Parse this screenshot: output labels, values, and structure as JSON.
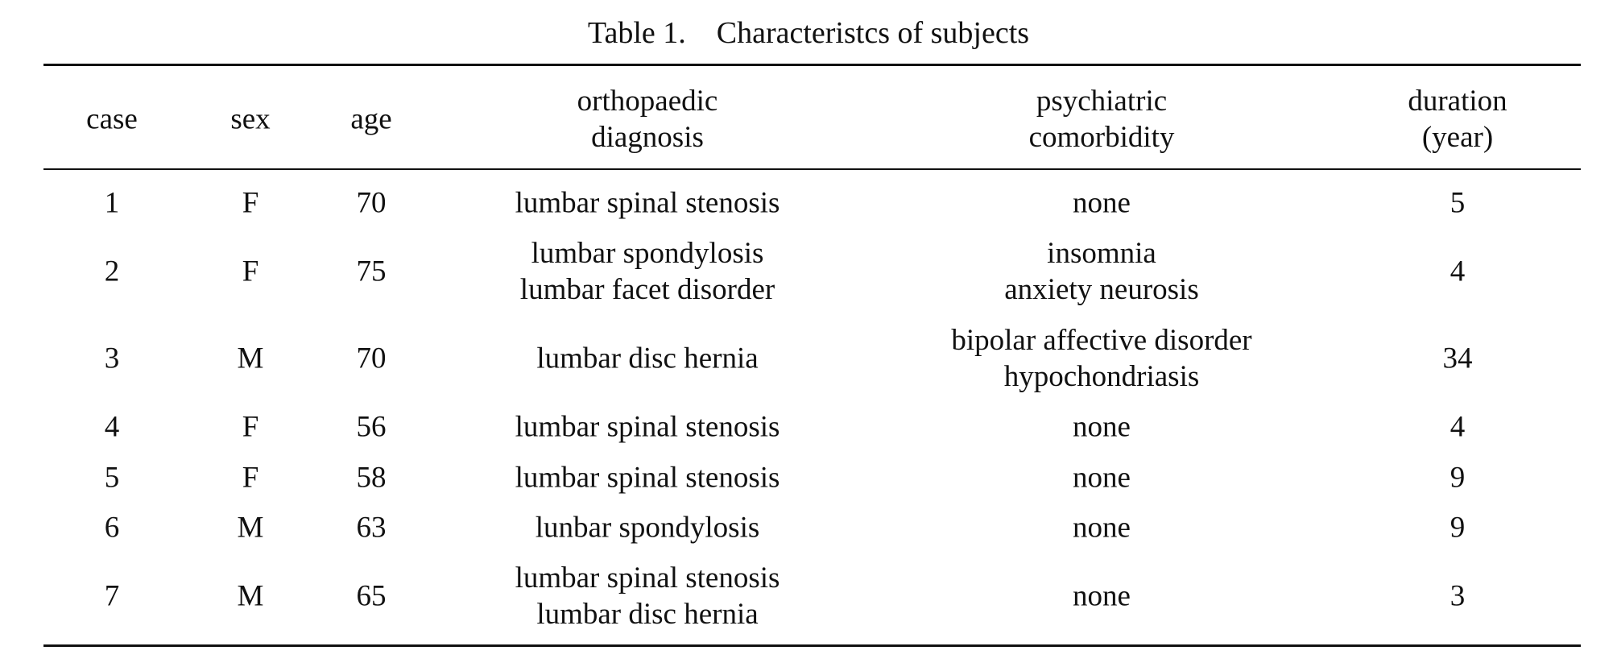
{
  "title": "Table 1.　Characteristcs of subjects",
  "columns": [
    {
      "lines": [
        "case"
      ]
    },
    {
      "lines": [
        "sex"
      ]
    },
    {
      "lines": [
        "age"
      ]
    },
    {
      "lines": [
        "orthopaedic",
        "diagnosis"
      ]
    },
    {
      "lines": [
        "psychiatric",
        "comorbidity"
      ]
    },
    {
      "lines": [
        "duration",
        "(year)"
      ]
    }
  ],
  "rows": [
    {
      "case": "1",
      "sex": "F",
      "age": "70",
      "diagnosis": [
        "lumbar spinal stenosis"
      ],
      "comorbidity": [
        "none"
      ],
      "duration": "5"
    },
    {
      "case": "2",
      "sex": "F",
      "age": "75",
      "diagnosis": [
        "lumbar spondylosis",
        "lumbar facet disorder"
      ],
      "comorbidity": [
        "insomnia",
        "anxiety neurosis"
      ],
      "duration": "4"
    },
    {
      "case": "3",
      "sex": "M",
      "age": "70",
      "diagnosis": [
        "lumbar disc hernia"
      ],
      "comorbidity": [
        "bipolar affective disorder",
        "hypochondriasis"
      ],
      "duration": "34"
    },
    {
      "case": "4",
      "sex": "F",
      "age": "56",
      "diagnosis": [
        "lumbar spinal stenosis"
      ],
      "comorbidity": [
        "none"
      ],
      "duration": "4"
    },
    {
      "case": "5",
      "sex": "F",
      "age": "58",
      "diagnosis": [
        "lumbar spinal stenosis"
      ],
      "comorbidity": [
        "none"
      ],
      "duration": "9"
    },
    {
      "case": "6",
      "sex": "M",
      "age": "63",
      "diagnosis": [
        "lunbar spondylosis"
      ],
      "comorbidity": [
        "none"
      ],
      "duration": "9"
    },
    {
      "case": "7",
      "sex": "M",
      "age": "65",
      "diagnosis": [
        "lumbar spinal stenosis",
        "lumbar disc hernia"
      ],
      "comorbidity": [
        "none"
      ],
      "duration": "3"
    }
  ]
}
